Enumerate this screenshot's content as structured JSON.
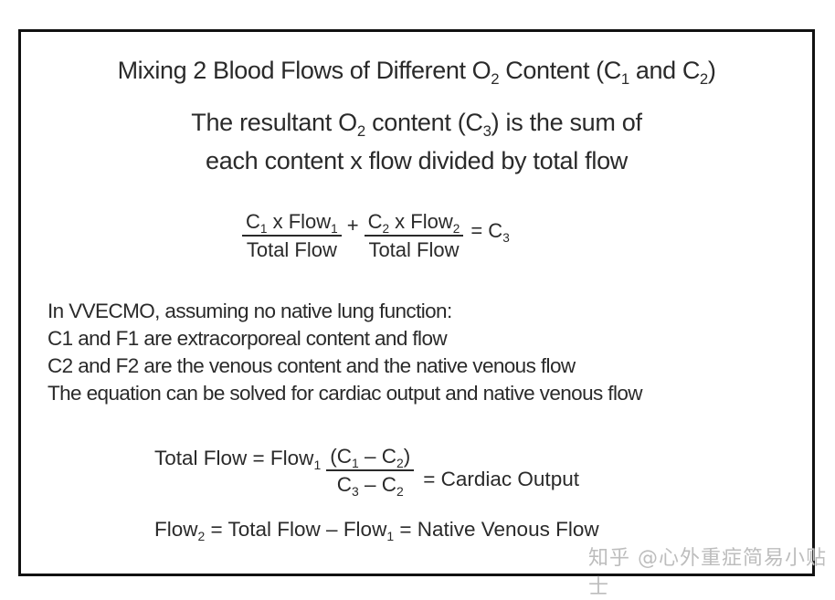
{
  "slide": {
    "title": {
      "pre": "Mixing 2 Blood Flows of Different O",
      "o_sub": "2",
      "mid": " Content (C",
      "c1_sub": "1",
      "and": " and C",
      "c2_sub": "2",
      "post": ")"
    },
    "subtitle_line1": {
      "pre": "The resultant O",
      "o_sub": "2",
      "mid": " content (C",
      "c3_sub": "3",
      "post": ") is the sum of"
    },
    "subtitle_line2": "each content x flow divided by total flow",
    "equation1": {
      "term1_num": {
        "c": "C",
        "c_sub": "1",
        "mid": " x Flow",
        "flow_sub": "1"
      },
      "term1_den": "Total Flow",
      "plus": "+",
      "term2_num": {
        "c": "C",
        "c_sub": "2",
        "mid": " x Flow",
        "flow_sub": "2"
      },
      "term2_den": "Total Flow",
      "result": {
        "pre": "= C",
        "sub": "3"
      }
    },
    "body_lines": [
      "In VVECMO, assuming no native lung function:",
      "C1 and F1 are extracorporeal  content and flow",
      "C2 and F2 are the venous content and the native venous flow",
      "The equation can be solved for cardiac output and native venous flow"
    ],
    "equation2": {
      "lhs_pre": "Total Flow  = Flow",
      "lhs_sub": "1",
      "num": {
        "p1": "(C",
        "s1": "1",
        "p2": " – C",
        "s2": "2",
        "p3": ")"
      },
      "den": {
        "p1": "C",
        "s1": "3",
        "p2": " – C",
        "s2": "2"
      },
      "rhs": "= Cardiac Output"
    },
    "equation3": {
      "p1": "Flow",
      "s1": "2",
      "p2": " = Total Flow – Flow",
      "s2": "1",
      "p3": " = Native Venous Flow"
    }
  },
  "watermark": "知乎 @心外重症简易小贴士"
}
